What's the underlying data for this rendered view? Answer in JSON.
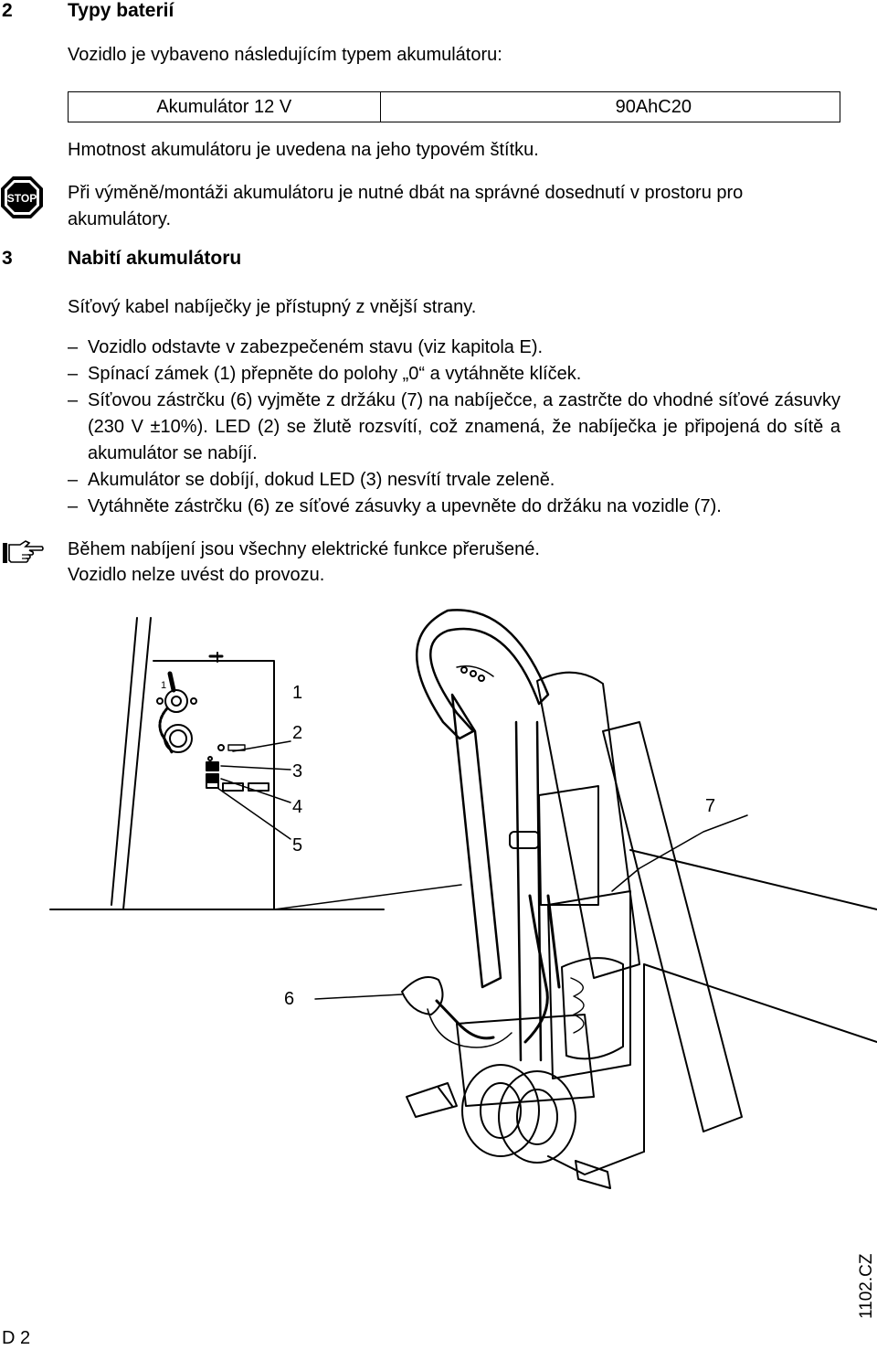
{
  "section2": {
    "number": "2",
    "title": "Typy baterií",
    "intro": "Vozidlo je vybaveno následujícím typem akumulátoru:",
    "table": {
      "battery_type": "Akumulátor 12 V",
      "model": "90AhC20"
    },
    "weight_note": "Hmotnost akumulátoru je uvedena na jeho typovém štítku.",
    "warning_line1": "Při výměně/montáži akumulátoru je nutné dbát na správné dosednutí v prostoru pro",
    "warning_line2": "akumulátory.",
    "stop_sign_text": "STOP"
  },
  "section3": {
    "number": "3",
    "title": "Nabití akumulátoru",
    "intro": "Síťový kabel nabíječky je přístupný z vnější strany.",
    "dash": "–",
    "steps": [
      "Vozidlo odstavte v zabezpečeném stavu (viz kapitola E).",
      "Spínací zámek (1) přepněte do polohy „0“ a vytáhněte klíček.",
      "Síťovou zástrčku (6) vyjměte z držáku (7) na nabíječce, a zastrčte do vhodné síťové zásuvky (230 V ±10%). LED (2) se žlutě rozsvítí, což znamená, že nabíječka je připojená do sítě a akumulátor se nabíjí.",
      "Akumulátor se dobíjí, dokud LED (3) nesvítí trvale zeleně.",
      "Vytáhněte zástrčku (6) ze síťové zásuvky a upevněte do držáku na vozidle (7)."
    ],
    "note_line1": "Během nabíjení jsou všechny elektrické funkce přerušené.",
    "note_line2": "Vozidlo nelze uvést do provozu."
  },
  "figure": {
    "inset_key_label": "1",
    "callouts": [
      "1",
      "2",
      "3",
      "4",
      "5",
      "6",
      "7"
    ]
  },
  "footer": {
    "page": "D 2",
    "code": "1102.CZ"
  }
}
